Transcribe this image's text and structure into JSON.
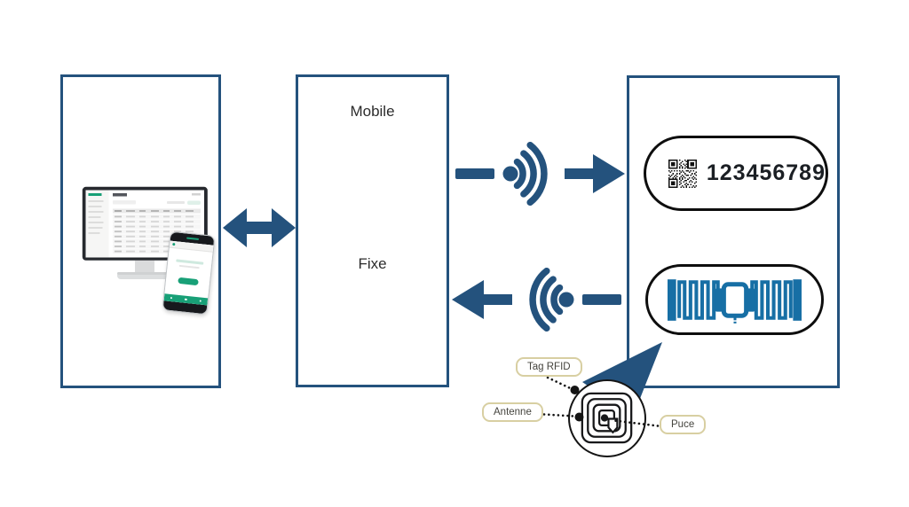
{
  "diagram_title": "RFID system overview diagram",
  "readers": {
    "mobile_label": "Mobile",
    "fixed_label": "Fixe"
  },
  "tag_panel": {
    "barcode_value": "123456789"
  },
  "callout": {
    "tag_label": "Tag RFID",
    "antenna_label": "Antenne",
    "chip_label": "Puce"
  },
  "colors": {
    "navy_arrows_and_borders": "#24527d",
    "wedge_navy": "#24527d",
    "inlay_blue": "#176fa5",
    "app_green": "#18a077",
    "callout_border": "#d8cfa2",
    "pill_border": "#0e0e0e",
    "barcode_text": "#1b1f24"
  },
  "icons": {
    "double_arrow": "bidirectional-exchange-arrow",
    "signal_out": "rfid-wave-arrow-right",
    "signal_in": "rfid-wave-arrow-left",
    "qr_code": "qr-code-matrix",
    "rfid_inlay": "uhf-inlay-antenna",
    "coil": "coil-antenna-with-chip"
  }
}
